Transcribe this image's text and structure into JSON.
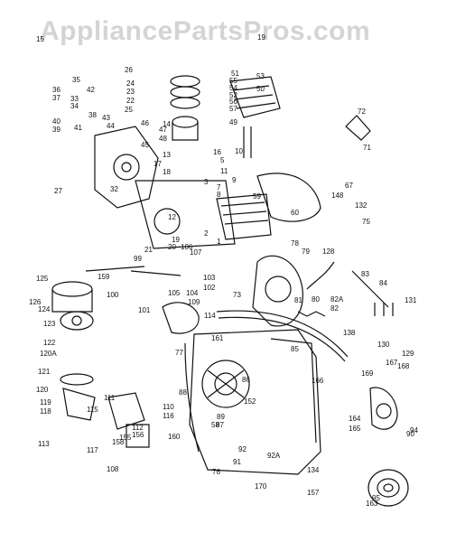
{
  "watermark": "AppliancePartsPros.com",
  "part_labels": [
    "15",
    "19",
    "26",
    "24",
    "23",
    "22",
    "25",
    "35",
    "36",
    "37",
    "42",
    "33",
    "34",
    "39",
    "40",
    "41",
    "43",
    "44",
    "38",
    "46",
    "45",
    "47",
    "48",
    "13",
    "14",
    "16",
    "17",
    "18",
    "51",
    "53",
    "55",
    "54",
    "52",
    "56",
    "57",
    "49",
    "50",
    "72",
    "71",
    "10",
    "9",
    "11",
    "3",
    "5",
    "67",
    "148",
    "132",
    "75",
    "60",
    "59",
    "7",
    "8",
    "12",
    "2",
    "21",
    "20",
    "106",
    "107",
    "19",
    "1",
    "78",
    "79",
    "128",
    "99",
    "159",
    "125",
    "126",
    "124",
    "100",
    "101",
    "105",
    "104",
    "102",
    "103",
    "109",
    "114",
    "73",
    "81",
    "82",
    "82A",
    "83",
    "84",
    "80",
    "131",
    "130",
    "129",
    "138",
    "123",
    "122",
    "120A",
    "121",
    "120",
    "119",
    "118",
    "115",
    "111",
    "110",
    "116",
    "117",
    "113",
    "112",
    "156",
    "155",
    "158",
    "160",
    "108",
    "77",
    "161",
    "85",
    "86",
    "152",
    "88",
    "89",
    "87",
    "166",
    "167",
    "168",
    "169",
    "90",
    "58",
    "92",
    "91",
    "92A",
    "164",
    "165",
    "94",
    "95",
    "134",
    "163",
    "157",
    "170",
    "76",
    "32",
    "27"
  ]
}
